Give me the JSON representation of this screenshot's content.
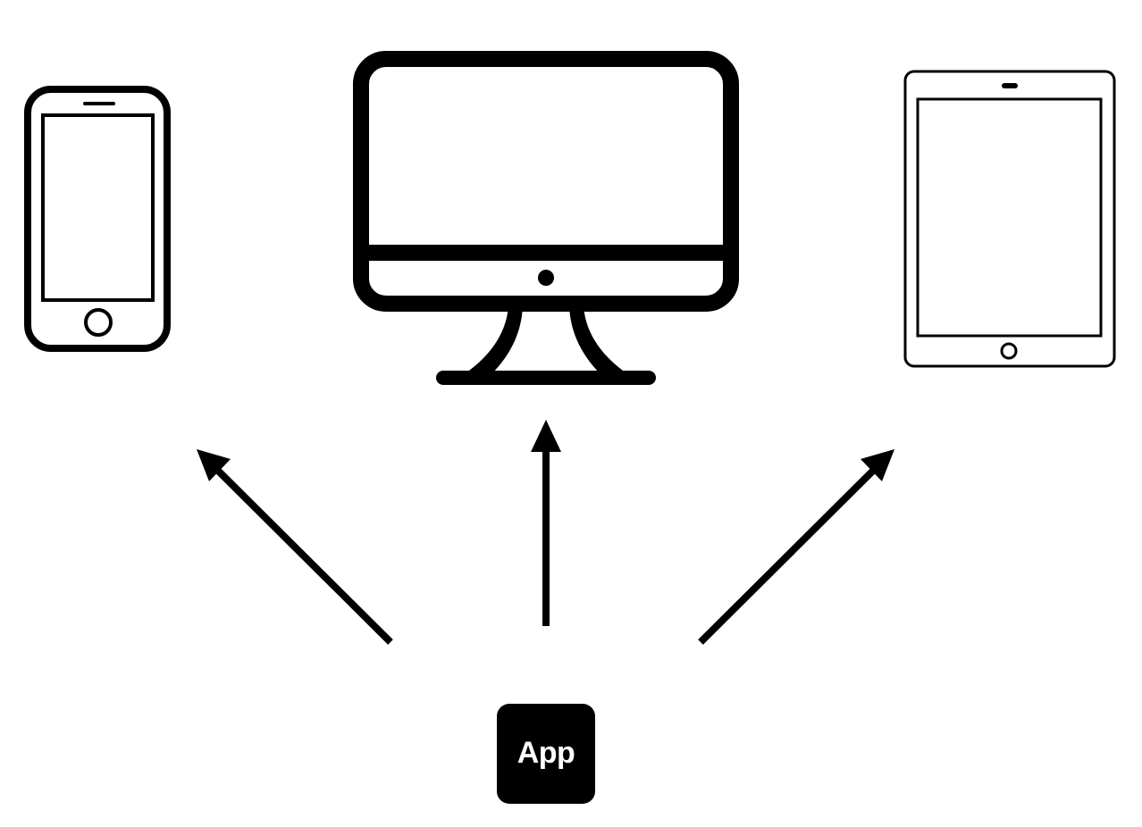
{
  "app": {
    "label": "App"
  },
  "devices": [
    {
      "icon": "smartphone-icon"
    },
    {
      "icon": "desktop-monitor-icon"
    },
    {
      "icon": "tablet-icon"
    }
  ],
  "arrows": [
    {
      "target": "smartphone"
    },
    {
      "target": "desktop-monitor"
    },
    {
      "target": "tablet"
    }
  ],
  "colors": {
    "background": "#ffffff",
    "foreground": "#000000",
    "app_text": "#ffffff"
  }
}
